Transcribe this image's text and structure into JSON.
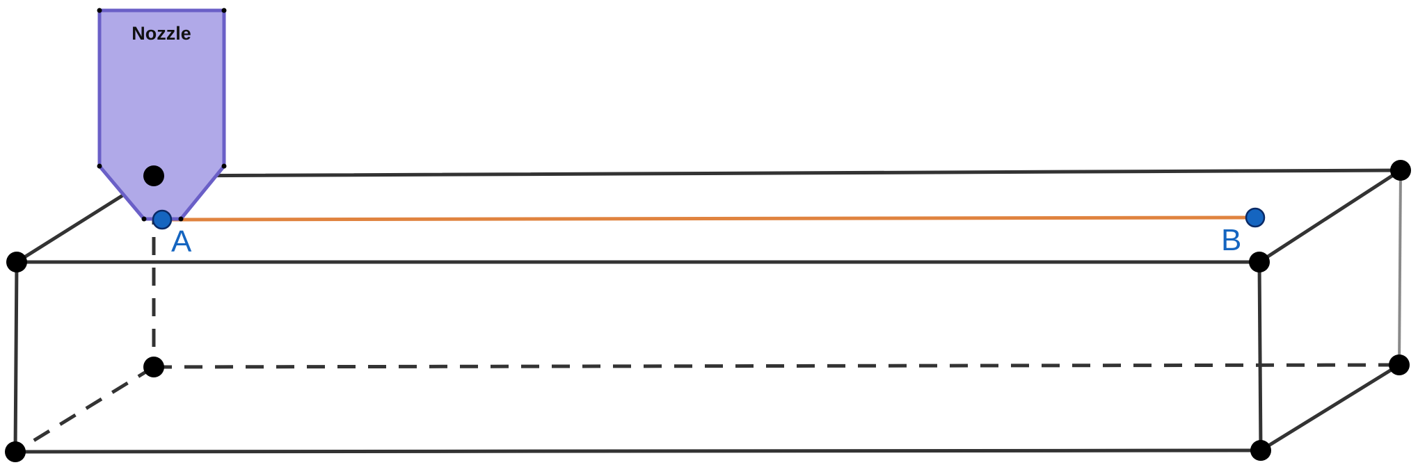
{
  "nozzle": {
    "label": "Nozzle"
  },
  "points": {
    "a_label": "A",
    "b_label": "B"
  },
  "colors": {
    "edge": "#333333",
    "hidden_edge": "#333333",
    "nozzle_fill": "#b0a9e8",
    "nozzle_stroke": "#6a5fc7",
    "extrusion_path": "#e0833f",
    "point": "#1565c0"
  }
}
